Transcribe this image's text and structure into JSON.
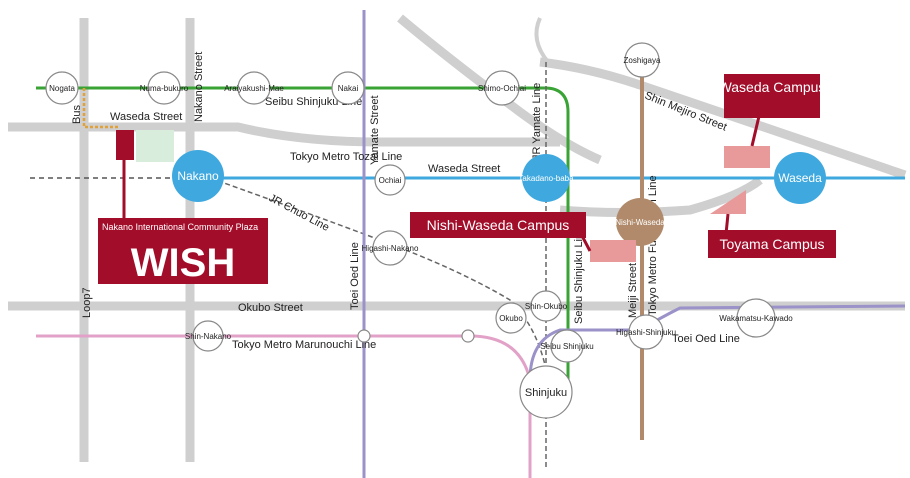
{
  "map": {
    "colors": {
      "road": "#cfcfcf",
      "tozai": "#3fa9df",
      "seibu": "#3aa335",
      "toei_oedo": "#9a92c8",
      "marunouchi": "#e2a2c8",
      "yamanote_jr": "#b0b0b0",
      "fukutoshin": "#b08a6a",
      "campus_box": "#e89a9a",
      "label_bg": "#a20d2a",
      "bus": "#e0a03a"
    },
    "roads": {
      "waseda_street_west": "Waseda Street",
      "waseda_street_east": "Waseda Street",
      "okubo_street": "Okubo Street",
      "nakano_street": "Nakano Street",
      "yamate_street": "Yamate Street",
      "meiji_street": "Meiji Street",
      "shin_mejiro_street": "Shin Mejiro Street",
      "loop7": "Loop7",
      "bus": "Bus"
    },
    "lines": {
      "seibu_shinjuku": "Seibu Shinjuku Line",
      "tozai": "Tokyo Metro Tozai Line",
      "jr_chuo": "JR Chuo Line",
      "toei_oedo_west": "Toei Oed Line",
      "toei_oedo_east": "Toei Oed Line",
      "jr_yamate": "JR Yamate Line",
      "seibu_shinjuku_v": "Seibu Shinjuku Line",
      "fukutoshin": "Tokyo Metro Fukutoshin Line",
      "marunouchi": "Tokyo Metro Marunouchi Line"
    },
    "stations": {
      "nogata": "Nogata",
      "numabukuro": "Numa-bukuro",
      "araiyakushimae": "Araiyakushi-Mae",
      "nakai": "Nakai",
      "shimoochiai": "Shimo-Ochiai",
      "zoshigaya": "Zoshigaya",
      "nakano": "Nakano",
      "ochiai": "Ochiai",
      "takadanobaba": "Takadano-baba",
      "waseda": "Waseda",
      "nishiwaseda": "Nishi-Waseda",
      "higashinakano": "Higashi-Nakano",
      "okubo": "Okubo",
      "shinokubo": "Shin-Okubo",
      "shinnakano": "Shin-Nakano",
      "seibushinjuku": "Seibu Shinjuku",
      "shinjuku": "Shinjuku",
      "higashishinjuku": "Higashi-Shinjuku",
      "wakamatsukawado": "Wakamatsu-Kawado"
    },
    "callouts": {
      "wish_caption": "Nakano International Community Plaza",
      "wish_title": "WISH",
      "waseda_campus": "Waseda Campus",
      "nishi_waseda_campus": "Nishi-Waseda Campus",
      "toyama_campus": "Toyama Campus"
    }
  }
}
